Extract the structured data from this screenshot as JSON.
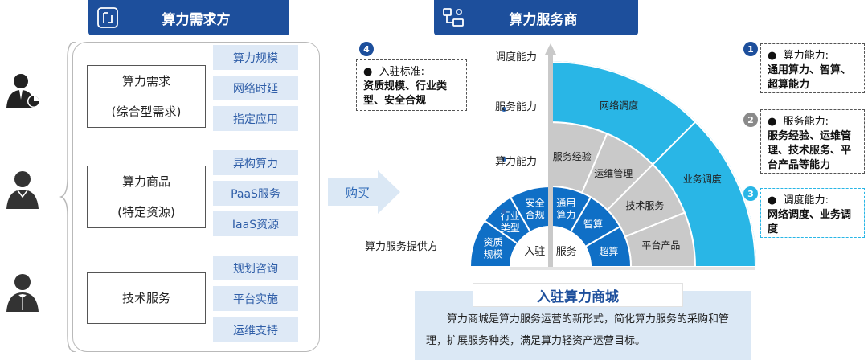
{
  "left_header": {
    "title": "算力需求方"
  },
  "right_header": {
    "title": "算力服务商"
  },
  "categories": [
    {
      "line1": "算力需求",
      "line2": "(综合型需求)",
      "subs": [
        "算力规模",
        "网络时延",
        "指定应用"
      ]
    },
    {
      "line1": "算力商品",
      "line2": "(特定资源)",
      "subs": [
        "异构算力",
        "PaaS服务",
        "IaaS资源"
      ]
    },
    {
      "line1": "技术服务",
      "line2": "",
      "subs": [
        "规划咨询",
        "平台实施",
        "运维支持"
      ]
    }
  ],
  "buy_label": "购买",
  "axis_labels": {
    "dispatch": "调度能力",
    "service": "服务能力",
    "compute": "算力能力",
    "provider": "算力服务提供方"
  },
  "fan": {
    "center_left": "入驻",
    "center_right": "服务",
    "inner_left": [
      "资质\n规模",
      "行业\n类型",
      "安全\n合规"
    ],
    "inner_right": [
      "通用\n算力",
      "智算",
      "超算"
    ],
    "middle_right": [
      "服务经验",
      "运维管理",
      "技术服务",
      "平台产品"
    ],
    "outer_right": [
      "网络调度",
      "业务调度"
    ]
  },
  "notes": [
    {
      "num": "4",
      "title": "入驻标准:",
      "body": "资质规模、行业类型、安全合规",
      "color": "#1d4f9c"
    },
    {
      "num": "1",
      "title": "算力能力:",
      "body": "通用算力、智算、超算能力",
      "color": "#1d4f9c"
    },
    {
      "num": "2",
      "title": "服务能力:",
      "body": "服务经验、运维管理、技术服务、平台产品等能力",
      "color": "#8a8a8a"
    },
    {
      "num": "3",
      "title": "调度能力:",
      "body": "网络调度、业务调度",
      "color": "#29b6e6"
    }
  ],
  "bottom": {
    "title": "入驻算力商城",
    "text": "算力商城是算力服务运营的新形式，简化算力服务的采购和管理，扩展服务种类，满足算力轻资产运营目标。"
  },
  "colors": {
    "navy": "#1d4f9c",
    "blue": "#0f6fc6",
    "cyan": "#29b6e6",
    "gray": "#c9c9c9"
  }
}
